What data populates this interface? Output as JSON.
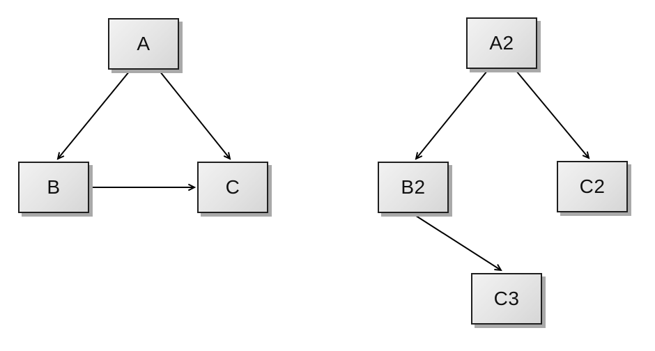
{
  "canvas": {
    "background_color": "#ffffff",
    "node_border_color": "#1f1f1f",
    "node_fill_light": "#f2f2f2",
    "node_fill_dark": "#d6d6d6",
    "node_shadow_color": "#a9a9a9",
    "edge_color": "#000000",
    "text_color": "#111111"
  },
  "nodes": {
    "a": {
      "label": "A"
    },
    "b": {
      "label": "B"
    },
    "c": {
      "label": "C"
    },
    "a2": {
      "label": "A2"
    },
    "b2": {
      "label": "B2"
    },
    "c2": {
      "label": "C2"
    },
    "c3": {
      "label": "C3"
    }
  },
  "edges": [
    {
      "from": "A",
      "to": "B"
    },
    {
      "from": "A",
      "to": "C"
    },
    {
      "from": "B",
      "to": "C"
    },
    {
      "from": "A2",
      "to": "B2"
    },
    {
      "from": "A2",
      "to": "C2"
    },
    {
      "from": "B2",
      "to": "C3"
    }
  ]
}
